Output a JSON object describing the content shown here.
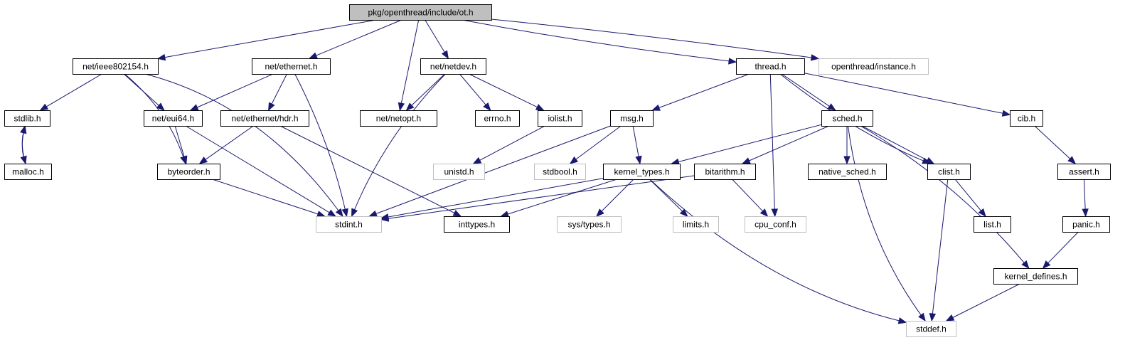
{
  "diagram": {
    "edge_color": "#191970",
    "nodes": [
      {
        "id": "ot",
        "label": "pkg/openthread/include/ot.h",
        "style": "root"
      },
      {
        "id": "ieee802154",
        "label": "net/ieee802154.h",
        "style": "linked"
      },
      {
        "id": "ethernet",
        "label": "net/ethernet.h",
        "style": "linked"
      },
      {
        "id": "netdev",
        "label": "net/netdev.h",
        "style": "linked"
      },
      {
        "id": "thread",
        "label": "thread.h",
        "style": "linked"
      },
      {
        "id": "instance",
        "label": "openthread/instance.h",
        "style": "external"
      },
      {
        "id": "stdlib",
        "label": "stdlib.h",
        "style": "linked"
      },
      {
        "id": "eui64",
        "label": "net/eui64.h",
        "style": "linked"
      },
      {
        "id": "ethhdr",
        "label": "net/ethernet/hdr.h",
        "style": "linked"
      },
      {
        "id": "netopt",
        "label": "net/netopt.h",
        "style": "linked"
      },
      {
        "id": "errno",
        "label": "errno.h",
        "style": "linked"
      },
      {
        "id": "iolist",
        "label": "iolist.h",
        "style": "linked"
      },
      {
        "id": "msg",
        "label": "msg.h",
        "style": "linked"
      },
      {
        "id": "sched",
        "label": "sched.h",
        "style": "linked"
      },
      {
        "id": "cib",
        "label": "cib.h",
        "style": "linked"
      },
      {
        "id": "malloc",
        "label": "malloc.h",
        "style": "linked"
      },
      {
        "id": "byteorder",
        "label": "byteorder.h",
        "style": "linked"
      },
      {
        "id": "unistd",
        "label": "unistd.h",
        "style": "external"
      },
      {
        "id": "stdbool",
        "label": "stdbool.h",
        "style": "external"
      },
      {
        "id": "kernel_types",
        "label": "kernel_types.h",
        "style": "linked"
      },
      {
        "id": "bitarithm",
        "label": "bitarithm.h",
        "style": "linked"
      },
      {
        "id": "native_sched",
        "label": "native_sched.h",
        "style": "linked"
      },
      {
        "id": "clist",
        "label": "clist.h",
        "style": "linked"
      },
      {
        "id": "assert",
        "label": "assert.h",
        "style": "linked"
      },
      {
        "id": "stdint",
        "label": "stdint.h",
        "style": "external"
      },
      {
        "id": "inttypes",
        "label": "inttypes.h",
        "style": "linked"
      },
      {
        "id": "systypes",
        "label": "sys/types.h",
        "style": "external"
      },
      {
        "id": "limits",
        "label": "limits.h",
        "style": "external"
      },
      {
        "id": "cpu_conf",
        "label": "cpu_conf.h",
        "style": "external"
      },
      {
        "id": "list",
        "label": "list.h",
        "style": "linked"
      },
      {
        "id": "panic",
        "label": "panic.h",
        "style": "linked"
      },
      {
        "id": "kernel_defines",
        "label": "kernel_defines.h",
        "style": "linked"
      },
      {
        "id": "stddef",
        "label": "stddef.h",
        "style": "external"
      }
    ],
    "edges": [
      [
        "ot",
        "ieee802154"
      ],
      [
        "ot",
        "ethernet"
      ],
      [
        "ot",
        "netopt"
      ],
      [
        "ot",
        "netdev"
      ],
      [
        "ot",
        "thread"
      ],
      [
        "ot",
        "instance"
      ],
      [
        "ieee802154",
        "stdlib"
      ],
      [
        "ieee802154",
        "eui64"
      ],
      [
        "ieee802154",
        "byteorder"
      ],
      [
        "ieee802154",
        "stdint"
      ],
      [
        "ethernet",
        "eui64"
      ],
      [
        "ethernet",
        "ethhdr"
      ],
      [
        "ethernet",
        "stdint"
      ],
      [
        "netdev",
        "netopt"
      ],
      [
        "netdev",
        "errno"
      ],
      [
        "netdev",
        "iolist"
      ],
      [
        "netdev",
        "stdint"
      ],
      [
        "thread",
        "msg"
      ],
      [
        "thread",
        "sched"
      ],
      [
        "thread",
        "clist"
      ],
      [
        "thread",
        "cib"
      ],
      [
        "thread",
        "cpu_conf"
      ],
      [
        "stdlib",
        "malloc"
      ],
      [
        "malloc",
        "stdlib"
      ],
      [
        "eui64",
        "byteorder"
      ],
      [
        "eui64",
        "stdint"
      ],
      [
        "ethhdr",
        "byteorder"
      ],
      [
        "ethhdr",
        "inttypes"
      ],
      [
        "byteorder",
        "stdint"
      ],
      [
        "iolist",
        "unistd"
      ],
      [
        "msg",
        "stdbool"
      ],
      [
        "msg",
        "kernel_types"
      ],
      [
        "msg",
        "stdint"
      ],
      [
        "sched",
        "kernel_types"
      ],
      [
        "sched",
        "bitarithm"
      ],
      [
        "sched",
        "native_sched"
      ],
      [
        "sched",
        "clist"
      ],
      [
        "sched",
        "kernel_defines"
      ],
      [
        "sched",
        "stddef"
      ],
      [
        "kernel_types",
        "stdint"
      ],
      [
        "kernel_types",
        "inttypes"
      ],
      [
        "kernel_types",
        "systypes"
      ],
      [
        "kernel_types",
        "limits"
      ],
      [
        "kernel_types",
        "stddef"
      ],
      [
        "bitarithm",
        "stdint"
      ],
      [
        "bitarithm",
        "cpu_conf"
      ],
      [
        "clist",
        "list"
      ],
      [
        "clist",
        "stddef"
      ],
      [
        "cib",
        "assert"
      ],
      [
        "assert",
        "panic"
      ],
      [
        "panic",
        "kernel_defines"
      ],
      [
        "kernel_defines",
        "stddef"
      ]
    ]
  }
}
